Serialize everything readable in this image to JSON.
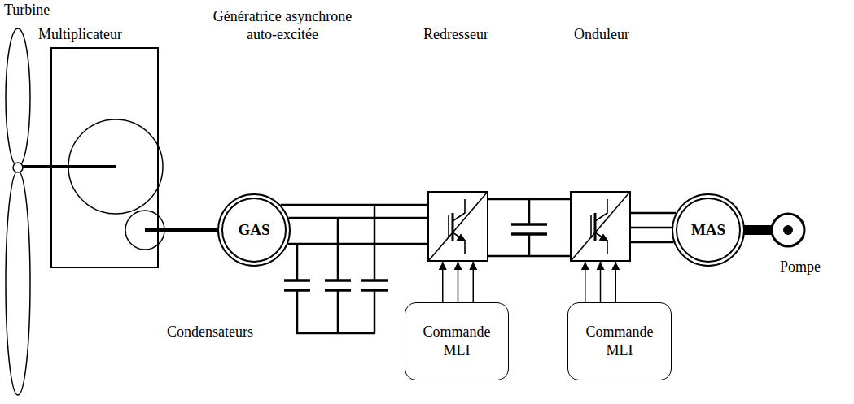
{
  "diagram": {
    "nodes": [
      {
        "text": [
          "Multiplicateur"
        ]
      },
      {
        "text": [
          "Génératrice asynchrone auto-excitée",
          "GAS"
        ]
      },
      {
        "text": [
          "Redresseur"
        ]
      },
      {
        "text": [
          "Onduleur"
        ]
      },
      {
        "text": [
          "MAS"
        ]
      },
      {
        "text": [
          "Commande MLI"
        ]
      },
      {
        "text": [
          "Commande MLI"
        ]
      }
    ],
    "edges": [
      {
        "from": 0,
        "to": 1,
        "arrow": "none"
      },
      {
        "from": 1,
        "to": 2,
        "arrow": "none"
      },
      {
        "from": 2,
        "to": 3,
        "arrow": "none"
      },
      {
        "from": 3,
        "to": 4,
        "arrow": "none"
      },
      {
        "from": 5,
        "to": 2,
        "arrow": "to"
      },
      {
        "from": 6,
        "to": 3,
        "arrow": "to"
      }
    ],
    "labels": [
      "Turbine",
      "Condensateurs",
      "Pompe"
    ]
  }
}
